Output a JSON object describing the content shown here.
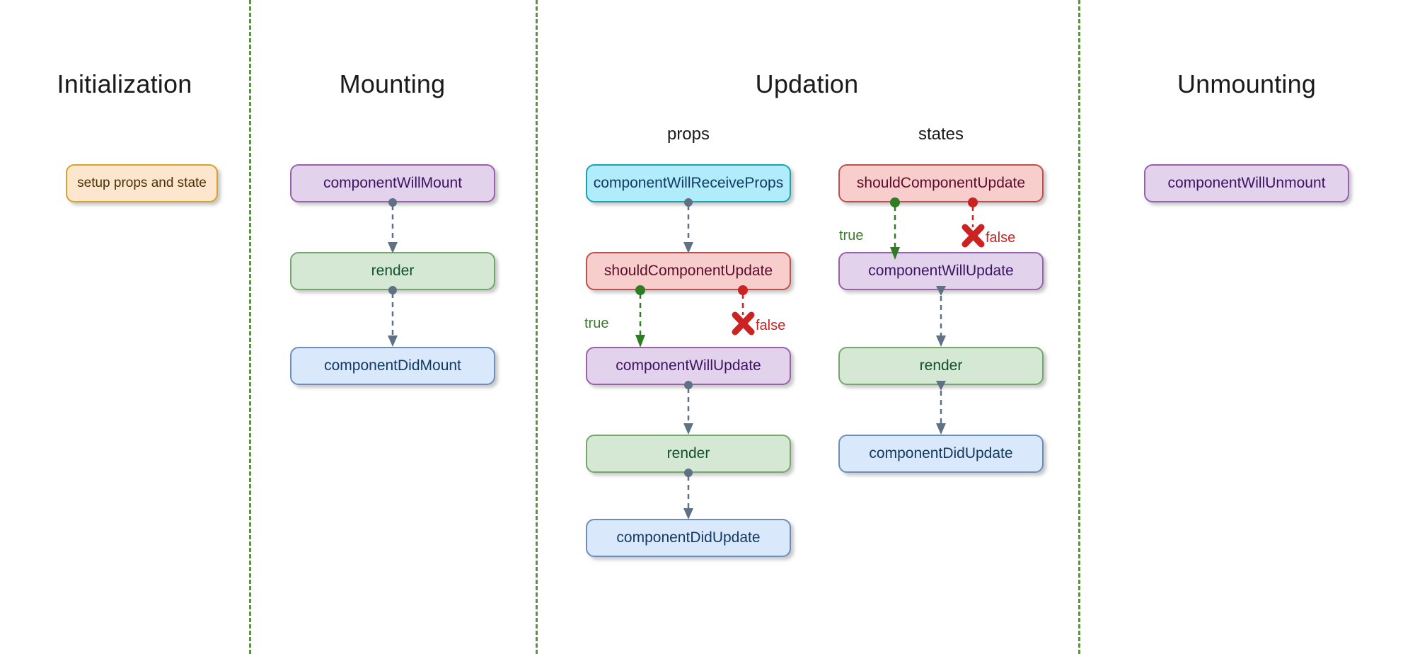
{
  "diagram": {
    "title_note": "React component lifecycle phases",
    "accent_divider_color": "#5b9245",
    "columns": [
      {
        "id": "initialization",
        "label": "Initialization"
      },
      {
        "id": "mounting",
        "label": "Mounting"
      },
      {
        "id": "updation",
        "label": "Updation"
      },
      {
        "id": "unmounting",
        "label": "Unmounting"
      }
    ],
    "subheadings": [
      {
        "id": "props",
        "label": "props"
      },
      {
        "id": "states",
        "label": "states"
      }
    ]
  },
  "nodes": {
    "initialization": [
      {
        "id": "setup-props-and-state",
        "label": "setup props and state",
        "color": "orange"
      }
    ],
    "mounting": [
      {
        "id": "component-will-mount",
        "label": "componentWillMount",
        "color": "purple"
      },
      {
        "id": "render",
        "label": "render",
        "color": "green"
      },
      {
        "id": "component-did-mount",
        "label": "componentDidMount",
        "color": "blue"
      }
    ],
    "updation_props": [
      {
        "id": "component-will-receive-props",
        "label": "componentWillReceiveProps",
        "color": "cyan"
      },
      {
        "id": "should-component-update",
        "label": "shouldComponentUpdate",
        "color": "red"
      },
      {
        "id": "component-will-update",
        "label": "componentWillUpdate",
        "color": "purple"
      },
      {
        "id": "render",
        "label": "render",
        "color": "green"
      },
      {
        "id": "component-did-update",
        "label": "componentDidUpdate",
        "color": "blue"
      }
    ],
    "updation_states": [
      {
        "id": "should-component-update",
        "label": "shouldComponentUpdate",
        "color": "red"
      },
      {
        "id": "component-will-update",
        "label": "componentWillUpdate",
        "color": "purple"
      },
      {
        "id": "render",
        "label": "render",
        "color": "green"
      },
      {
        "id": "component-did-update",
        "label": "componentDidUpdate",
        "color": "blue"
      }
    ],
    "unmounting": [
      {
        "id": "component-will-unmount",
        "label": "componentWillUnmount",
        "color": "purple"
      }
    ]
  },
  "branches": {
    "props": {
      "true_label": "true",
      "false_label": "false"
    },
    "states": {
      "true_label": "true",
      "false_label": "false"
    }
  },
  "colors": {
    "orange_fill": "#fce6cd",
    "orange_border": "#d8a32c",
    "purple_fill": "#e3d2ec",
    "purple_border": "#9a5fad",
    "green_fill": "#d5e8d4",
    "green_border": "#74a86a",
    "blue_fill": "#dae8fc",
    "blue_border": "#6c8ebf",
    "cyan_fill": "#b0ecfa",
    "cyan_border": "#18a2b4",
    "red_fill": "#f8cecc",
    "red_border": "#c0504d",
    "true_arrow": "#3b7a2a",
    "false_arrow": "#cc2222",
    "connector": "#5f7285",
    "divider": "#5b9245"
  }
}
